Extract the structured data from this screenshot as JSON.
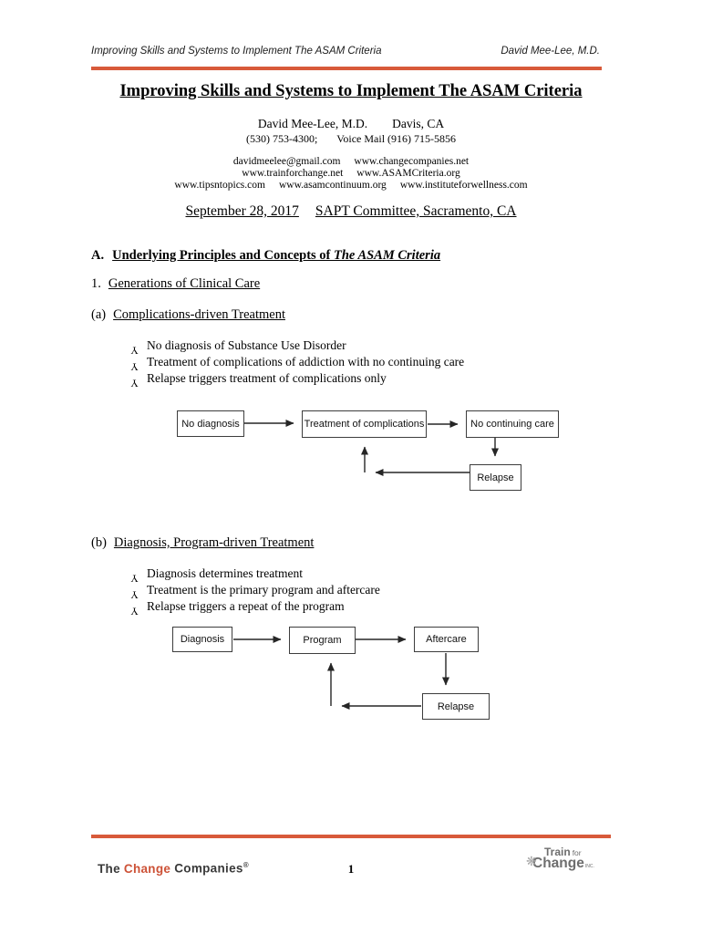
{
  "header": {
    "left_title": "Improving Skills and Systems to Implement The ASAM Criteria",
    "right_author": "David Mee-Lee, M.D."
  },
  "title": "Improving Skills and Systems to Implement The ASAM Criteria",
  "contact": {
    "name": "David Mee-Lee, M.D.",
    "city": "Davis, CA",
    "phone": "(530) 753-4300;",
    "voicemail": "Voice Mail (916) 715-5856",
    "email": "davidmeelee@gmail.com",
    "web1": "www.changecompanies.net",
    "web2": "www.trainforchange.net",
    "web3": "www.ASAMCriteria.org",
    "web4": "www.tipsntopics.com",
    "web5": "www.asamcontinuum.org",
    "web6": "www.instituteforwellness.com"
  },
  "event": {
    "date": "September 28, 2017",
    "venue": "SAPT Committee, Sacramento, CA"
  },
  "section_a": {
    "label": "A.",
    "title": "Underlying Principles and Concepts of ",
    "title_italic": "The ASAM Criteria"
  },
  "section_1": {
    "label": "1.",
    "title": "Generations of Clinical Care"
  },
  "section_1a": {
    "label": "(a)",
    "title": "Complications-driven Treatment",
    "bullets": [
      "No diagnosis of Substance Use Disorder",
      "Treatment of complications of addiction with no continuing care",
      "Relapse triggers treatment of complications only"
    ]
  },
  "section_1b": {
    "label": "(b)",
    "title": "Diagnosis, Program-driven Treatment",
    "bullets": [
      "Diagnosis determines treatment",
      "Treatment is the primary program and aftercare",
      "Relapse triggers a repeat of the program"
    ]
  },
  "bullet_glyph": "Y",
  "diagram1": {
    "no_diagnosis": "No diagnosis",
    "treatment": "Treatment of complications",
    "no_continuing_care": "No continuing care",
    "relapse": "Relapse",
    "flow": "No diagnosis -> Treatment of complications -> No continuing care -> Relapse -> back to Treatment of complications"
  },
  "diagram2": {
    "diagnosis": "Diagnosis",
    "program": "Program",
    "aftercare": "Aftercare",
    "relapse": "Relapse",
    "flow": "Diagnosis -> Program -> Aftercare -> Relapse -> back to Program"
  },
  "footer": {
    "brand_the": "The",
    "brand_change": "Change",
    "brand_companies": "Companies",
    "brand_reg": "®",
    "page_number": "1",
    "logo_train": "Train",
    "logo_for": "for",
    "logo_change": "Change",
    "logo_inc": "INC.",
    "logo_star": "❋"
  },
  "colors": {
    "accent_rule": "#D85A3A",
    "brand_orange": "#CD5237",
    "logo_gray": "#6E6E6E",
    "box_border": "#3D3D3D"
  }
}
